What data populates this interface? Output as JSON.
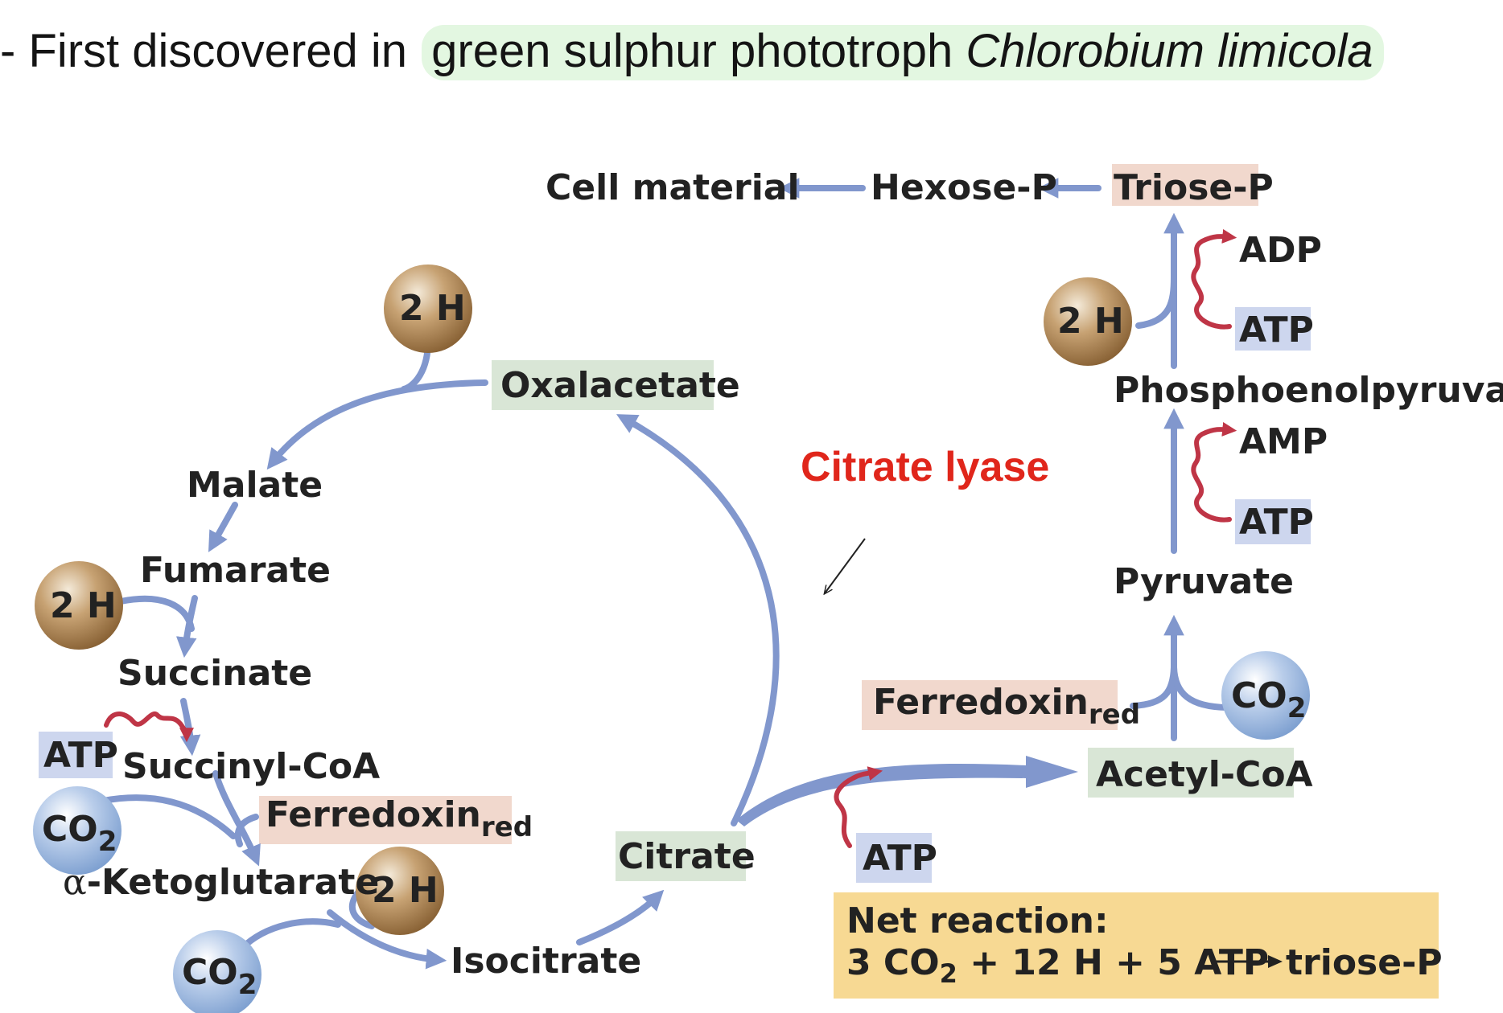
{
  "heading": {
    "prefix": "- First discovered in ",
    "highlight": "green sulphur phototroph ",
    "organism": "Chlorobium limicola"
  },
  "colors": {
    "arrow": "#8197cd",
    "atp_squiggle": "#bf3546",
    "label_green": "#d9e6d6",
    "label_pink": "#f1d8cd",
    "label_blue": "#cdd6ee",
    "net_box": "#f7d993",
    "enzyme_red": "#e0261b",
    "hydrogen_ball": "#b08a5e",
    "co2_ball": "#9ab8de"
  },
  "diagram": {
    "top": {
      "cell_material": "Cell material",
      "hexose_p": "Hexose-P",
      "triose_p": "Triose-P"
    },
    "right": {
      "adp": "ADP",
      "atp_1": "ATP",
      "two_h": "2 H",
      "phosphoenolpyruvate": "Phosphoenolpyruvate",
      "amp": "AMP",
      "atp_2": "ATP",
      "pyruvate": "Pyruvate",
      "ferredoxin": "Ferredoxin",
      "ferredoxin_sub": "red",
      "co2": "CO",
      "co2_sub": "2",
      "acetyl_coa": "Acetyl-CoA",
      "atp_3": "ATP"
    },
    "cycle": {
      "two_h_top": "2 H",
      "oxalacetate": "Oxalacetate",
      "malate": "Malate",
      "fumarate": "Fumarate",
      "two_h_fumarate": "2 H",
      "succinate": "Succinate",
      "atp": "ATP",
      "succinyl_coa": "Succinyl-CoA",
      "co2_left": "CO",
      "co2_left_sub": "2",
      "ferredoxin": "Ferredoxin",
      "ferredoxin_sub": "red",
      "alpha": "α",
      "ketoglutarate": "-Ketoglutarate",
      "two_h_bottom": "2 H",
      "co2_bottom": "CO",
      "co2_bottom_sub": "2",
      "isocitrate": "Isocitrate",
      "citrate": "Citrate"
    },
    "enzyme": "Citrate lyase",
    "net_reaction": {
      "title": "Net reaction:",
      "lhs": "3 CO",
      "lhs_sub": "2",
      "middle": " + 12 H + 5 ATP",
      "product": "triose-P"
    }
  }
}
